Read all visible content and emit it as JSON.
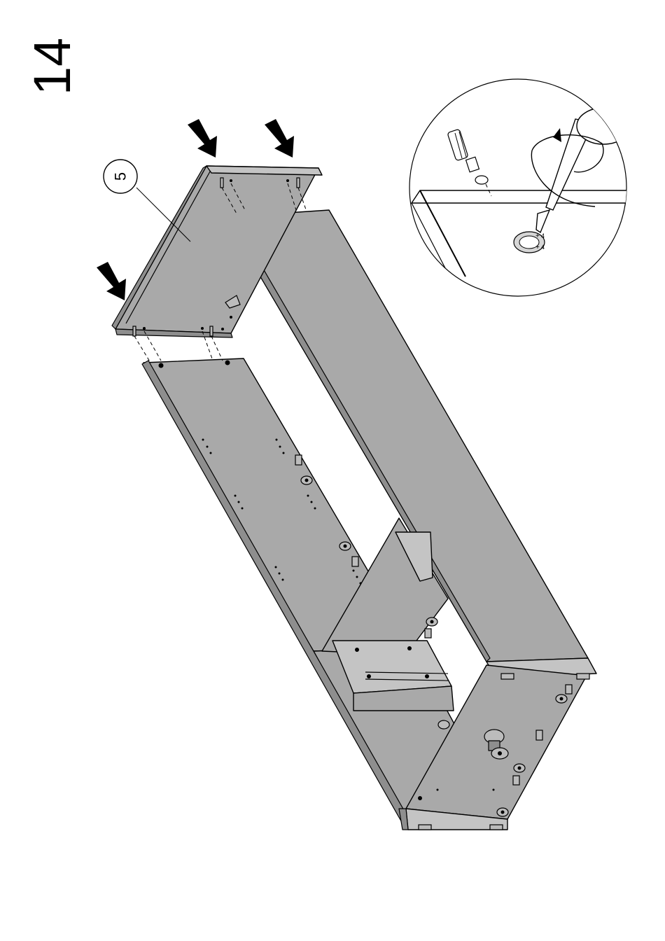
{
  "step": {
    "number": "14"
  },
  "parts": [
    {
      "id": "5",
      "label": "5"
    }
  ],
  "detail_view": {
    "tool": "screwdriver-icon",
    "fastener": "cam-bolt-icon",
    "markings": [
      "+",
      "+",
      "4",
      "4"
    ]
  }
}
